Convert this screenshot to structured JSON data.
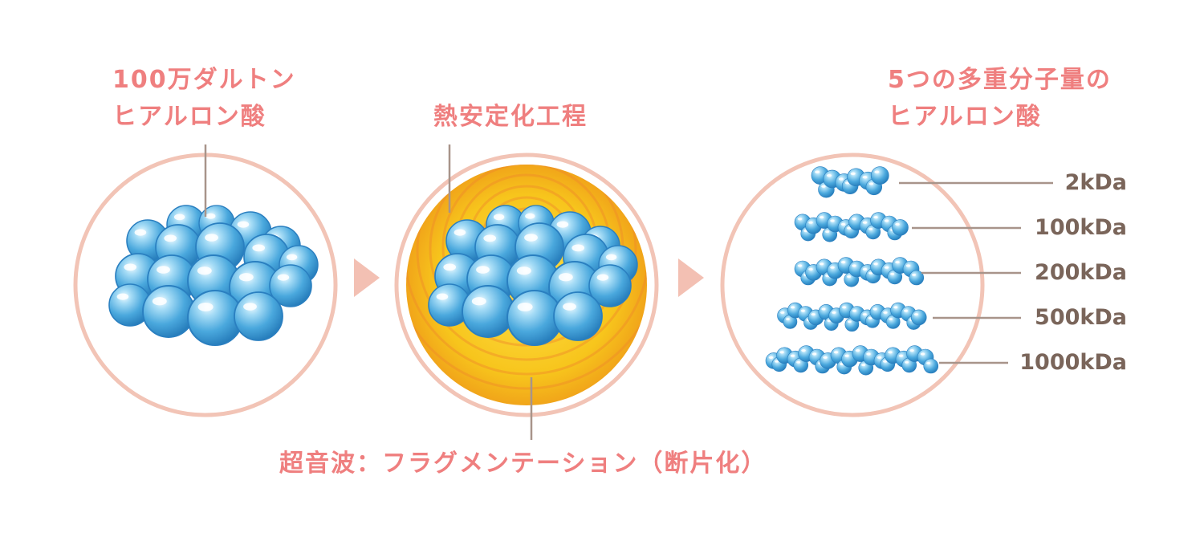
{
  "labels": {
    "left_line1": "100万ダルトン",
    "left_line2": "ヒアルロン酸",
    "middle": "熱安定化工程",
    "right_line1": "5つの多重分子量の",
    "right_line2": "ヒアルロン酸",
    "bottom": "超音波：フラグメンテーション（断片化）"
  },
  "weights": [
    "2kDa",
    "100kDa",
    "200kDa",
    "500kDa",
    "1000kDa"
  ],
  "colors": {
    "label_pink": "#ef7f7f",
    "circle_ring": "#f2c4b6",
    "arrow": "#f3c0b3",
    "leader_line": "#a8948a",
    "weight_text": "#7a655a",
    "bubble_blue": "#4aa8dd",
    "heat_yellow": "#f6c618",
    "heat_orange": "#f08a2a"
  }
}
